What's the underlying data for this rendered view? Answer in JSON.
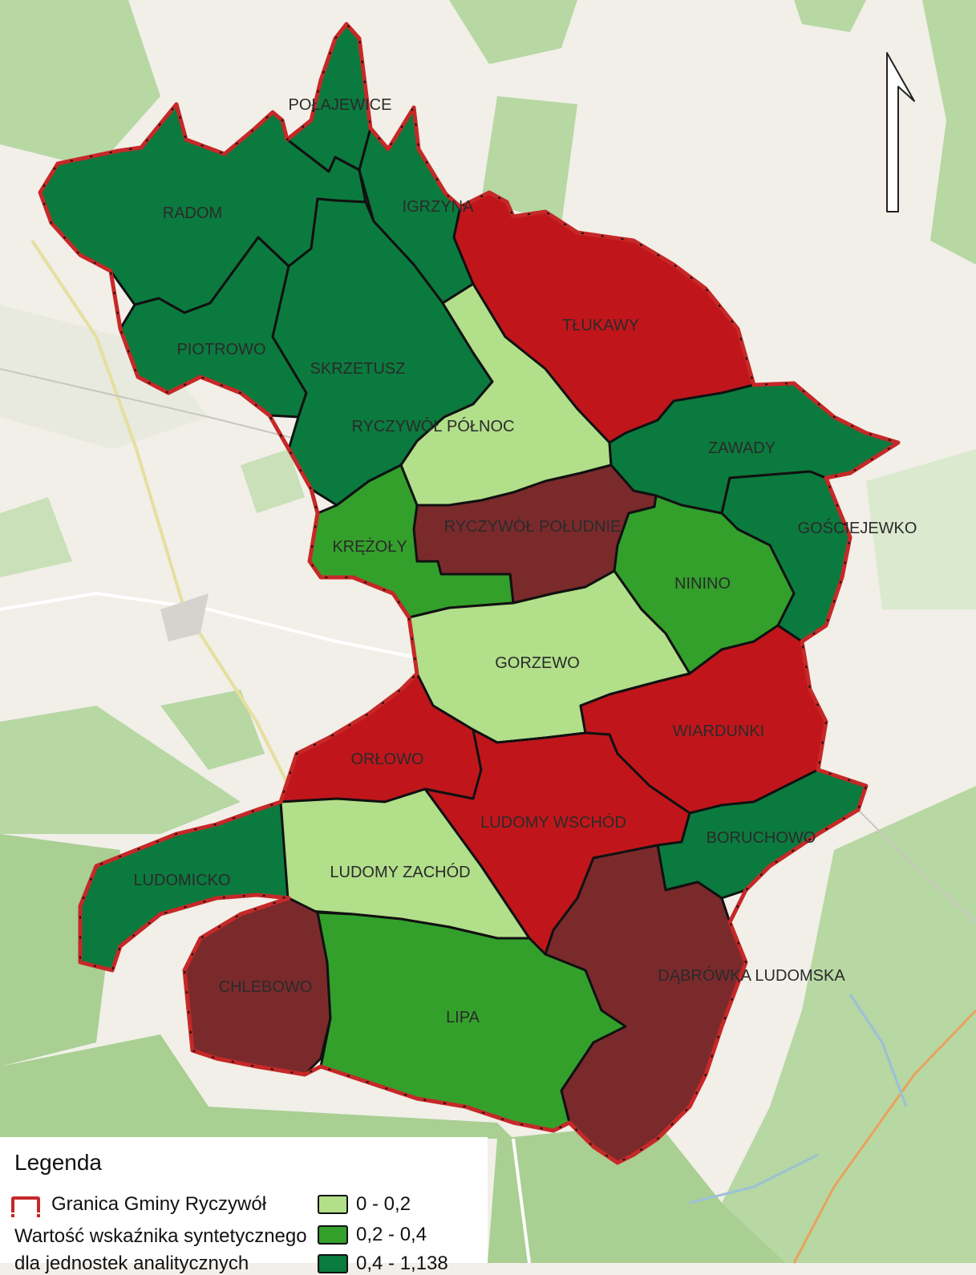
{
  "legend": {
    "title": "Legenda",
    "boundary_label": "Granica Gminy Ryczywół",
    "indicator_label_line1": "Wartość wskaźnika syntetycznego",
    "indicator_label_line2": "dla jednostek analitycznych",
    "classes": [
      {
        "label": "0 - 0,2",
        "color": "#b2df8a"
      },
      {
        "label": "0,2 - 0,4",
        "color": "#33a02c"
      },
      {
        "label": "0,4 - 1,138",
        "color": "#0b7a3e"
      }
    ]
  },
  "colors": {
    "boundary": "#c62828",
    "class_light": "#b2df8a",
    "class_medium": "#33a02c",
    "class_dark": "#0b7a3e",
    "red": "#c0161b",
    "dark_red": "#7b2a2c",
    "basemap": "#f1efe8",
    "forest": "#b7d7a3"
  },
  "regions": {
    "polajewice": "POŁAJEWICE",
    "radom": "RADOM",
    "igrzyna": "IGRZYNA",
    "piotrowo": "PIOTROWO",
    "skrzetusz": "SKRZETUSZ",
    "tlukawy": "TŁUKAWY",
    "ryczywol_polnoc": "RYCZYWÓŁ PÓŁNOC",
    "zawady": "ZAWADY",
    "ryczywol_poludnie": "RYCZYWÓŁ POŁUDNIE",
    "gosciejewko": "GOŚCIEJEWKO",
    "krezoly": "KRĘŻOŁY",
    "ninino": "NININO",
    "gorzewo": "GORZEWO",
    "wiardunki": "WIARDUNKI",
    "orlowo": "ORŁOWO",
    "ludomy_wschod": "LUDOMY WSCHÓD",
    "boruchowo": "BORUCHOWO",
    "ludomicko": "LUDOMICKO",
    "ludomy_zachod": "LUDOMY ZACHÓD",
    "chlebowo": "CHLEBOWO",
    "dabrowka_ludomska": "DĄBRÓWKA LUDOMSKA",
    "lipa": "LIPA"
  },
  "icons": {
    "north_arrow": "north-arrow-icon"
  }
}
